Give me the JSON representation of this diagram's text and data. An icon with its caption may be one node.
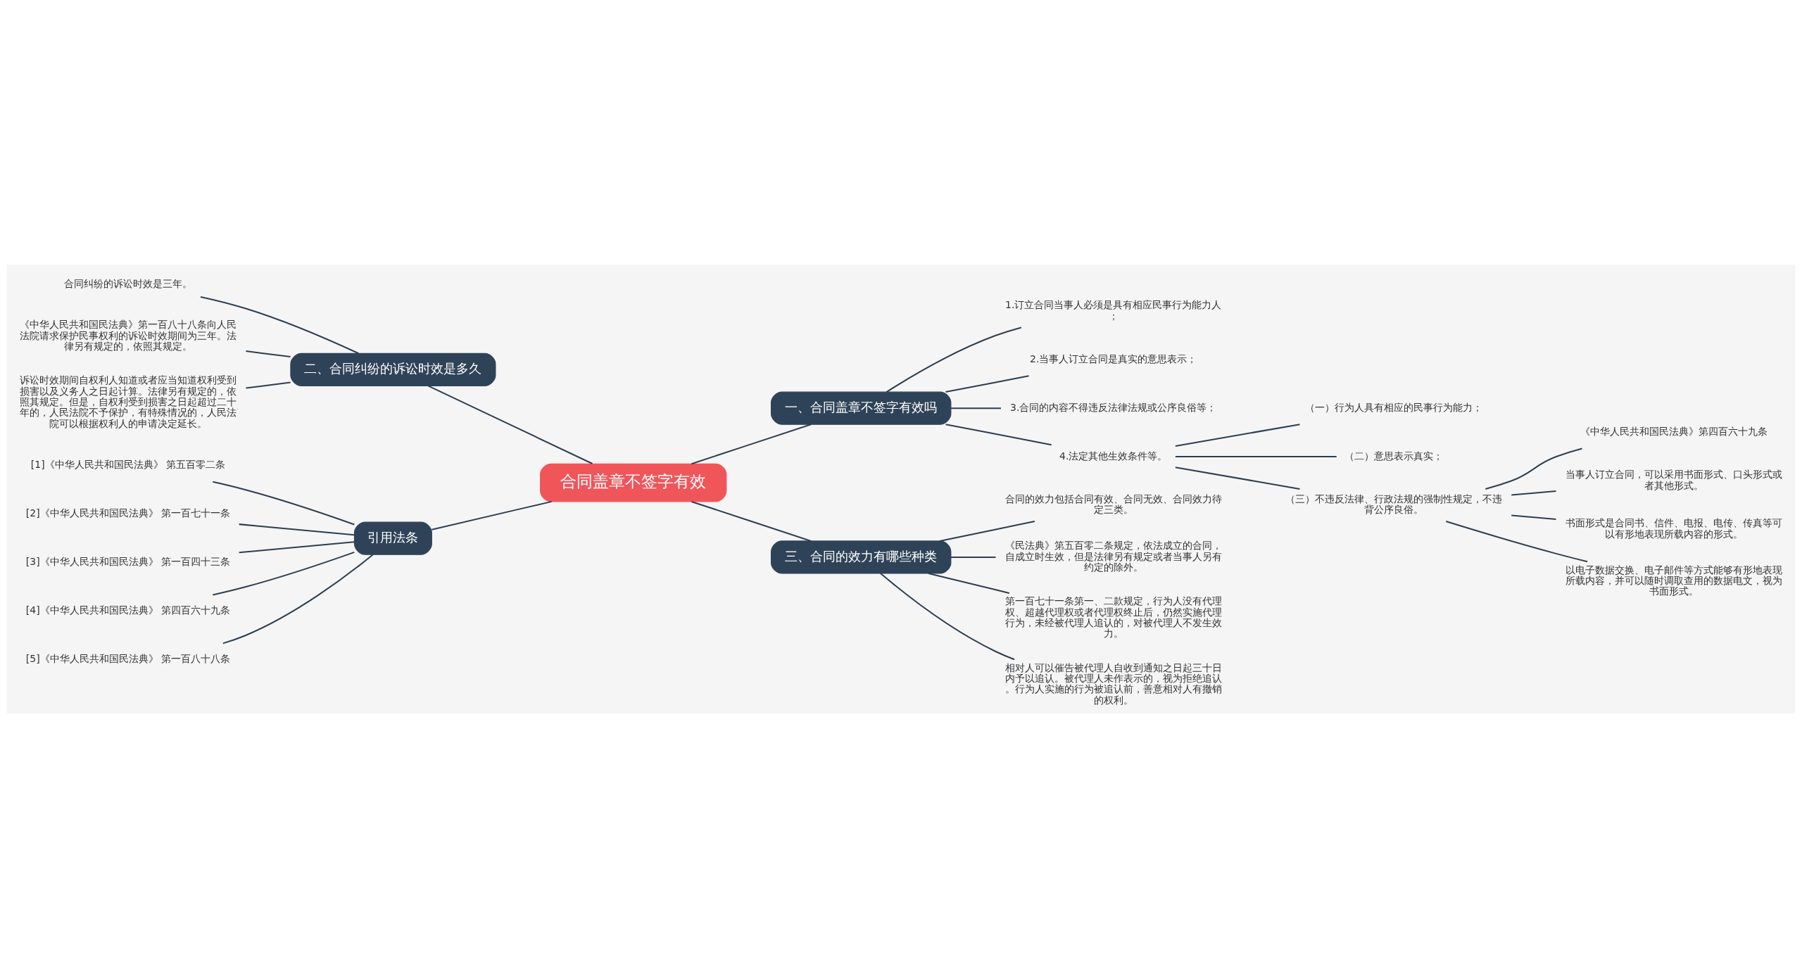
{
  "diagram": {
    "nodes": [
      {
        "text": [
          "合同盖章不签字有效"
        ]
      },
      {
        "text": [
          "一、合同盖章不签字有效吗"
        ]
      },
      {
        "text": [
          "1.订立合同当事人必须是具有相应民事行为能力人；"
        ]
      },
      {
        "text": [
          "2.当事人订立合同是真实的意思表示；"
        ]
      },
      {
        "text": [
          "3.合同的内容不得违反法律法规或公序良俗等；"
        ]
      },
      {
        "text": [
          "4.法定其他生效条件等。"
        ]
      },
      {
        "text": [
          "（一）行为人具有相应的民事行为能力；"
        ]
      },
      {
        "text": [
          "（二）意思表示真实；"
        ]
      },
      {
        "text": [
          "（三）不违反法律、行政法规的强制性规定，不违背公序良俗。"
        ]
      },
      {
        "text": [
          "《中华人民共和国民法典》第四百六十九条"
        ]
      },
      {
        "text": [
          "当事人订立合同，可以采用书面形式、口头形式或者其他形式。"
        ]
      },
      {
        "text": [
          "书面形式是合同书、信件、电报、电传、传真等可以有形地表现所载内容的形式。"
        ]
      },
      {
        "text": [
          "以电子数据交换、电子邮件等方式能够有形地表现所载内容，并可以随时调取查用的数据电文，视为书面形式。"
        ]
      },
      {
        "text": [
          "二、合同纠纷的诉讼时效是多久"
        ]
      },
      {
        "text": [
          "合同纠纷的诉讼时效是三年。"
        ]
      },
      {
        "text": [
          "《中华人民共和国民法典》第一百八十八条向人民法院请求保护民事权利的诉讼时效期间为三年。法律另有规定的，依照其规定。"
        ]
      },
      {
        "text": [
          "诉讼时效期间自权利人知道或者应当知道权利受到损害以及义务人之日起计算。法律另有规定的，依照其规定。但是，自权利受到损害之日起超过二十年的，人民法院不予保护，有特殊情况的，人民法院可以根据权利人的申请决定延长。"
        ]
      },
      {
        "text": [
          "三、合同的效力有哪些种类"
        ]
      },
      {
        "text": [
          "合同的效力包括合同有效、合同无效、合同效力待定三类。"
        ]
      },
      {
        "text": [
          "《民法典》第五百零二条规定，依法成立的合同，自成立时生效，但是法律另有规定或者当事人另有约定的除外。"
        ]
      },
      {
        "text": [
          "第一百七十一条第一、二款规定，行为人没有代理权、超越代理权或者代理权终止后，仍然实施代理行为，未经被代理人追认的，对被代理人不发生效力。"
        ]
      },
      {
        "text": [
          "相对人可以催告被代理人自收到通知之日起三十日内予以追认。被代理人未作表示的，视为拒绝追认。行为人实施的行为被追认前，善意相对人有撤销的权利。"
        ]
      },
      {
        "text": [
          "引用法条"
        ]
      },
      {
        "text": [
          "[1]《中华人民共和国民法典》 第五百零二条"
        ]
      },
      {
        "text": [
          "[2]《中华人民共和国民法典》 第一百七十一条"
        ]
      },
      {
        "text": [
          "[3]《中华人民共和国民法典》 第一百四十三条"
        ]
      },
      {
        "text": [
          "[4]《中华人民共和国民法典》 第四百六十九条"
        ]
      },
      {
        "text": [
          "[5]《中华人民共和国民法典》 第一百八十八条"
        ]
      }
    ],
    "edges": [
      {
        "from": 0,
        "to": 1,
        "arrow": "none"
      },
      {
        "from": 1,
        "to": 2,
        "arrow": "none"
      },
      {
        "from": 1,
        "to": 3,
        "arrow": "none"
      },
      {
        "from": 1,
        "to": 4,
        "arrow": "none"
      },
      {
        "from": 1,
        "to": 5,
        "arrow": "none"
      },
      {
        "from": 5,
        "to": 6,
        "arrow": "none"
      },
      {
        "from": 5,
        "to": 7,
        "arrow": "none"
      },
      {
        "from": 5,
        "to": 8,
        "arrow": "none"
      },
      {
        "from": 8,
        "to": 9,
        "arrow": "none"
      },
      {
        "from": 8,
        "to": 10,
        "arrow": "none"
      },
      {
        "from": 8,
        "to": 11,
        "arrow": "none"
      },
      {
        "from": 8,
        "to": 12,
        "arrow": "none"
      },
      {
        "from": 0,
        "to": 13,
        "arrow": "none"
      },
      {
        "from": 13,
        "to": 14,
        "arrow": "none"
      },
      {
        "from": 13,
        "to": 15,
        "arrow": "none"
      },
      {
        "from": 13,
        "to": 16,
        "arrow": "none"
      },
      {
        "from": 0,
        "to": 17,
        "arrow": "none"
      },
      {
        "from": 17,
        "to": 18,
        "arrow": "none"
      },
      {
        "from": 17,
        "to": 19,
        "arrow": "none"
      },
      {
        "from": 17,
        "to": 20,
        "arrow": "none"
      },
      {
        "from": 17,
        "to": 21,
        "arrow": "none"
      },
      {
        "from": 0,
        "to": 22,
        "arrow": "none"
      },
      {
        "from": 22,
        "to": 23,
        "arrow": "none"
      },
      {
        "from": 22,
        "to": 24,
        "arrow": "none"
      },
      {
        "from": 22,
        "to": 25,
        "arrow": "none"
      },
      {
        "from": 22,
        "to": 26,
        "arrow": "none"
      },
      {
        "from": 22,
        "to": 27,
        "arrow": "none"
      }
    ]
  }
}
